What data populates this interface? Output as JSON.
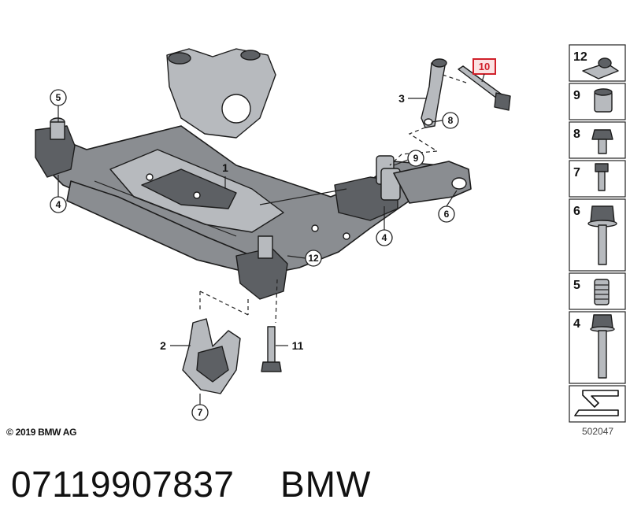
{
  "callouts": {
    "c5_left": "5",
    "c4_left": "4",
    "c1": "1",
    "c2": "2",
    "c7": "7",
    "c11": "11",
    "c12": "12",
    "c4_right": "4",
    "c6": "6",
    "c9": "9",
    "c8": "8",
    "c3": "3",
    "c10": "10"
  },
  "legend": {
    "items": [
      "12",
      "9",
      "8",
      "7",
      "6",
      "5",
      "4"
    ]
  },
  "colors": {
    "highlight": "#d0202a",
    "highlight_fill": "#fbe3e3",
    "metal": "#8a8d91"
  },
  "footer": {
    "copyright": "© 2019 BMW AG",
    "diagram_id": "502047"
  },
  "product": {
    "part_number": "07119907837",
    "brand": "BMW"
  }
}
